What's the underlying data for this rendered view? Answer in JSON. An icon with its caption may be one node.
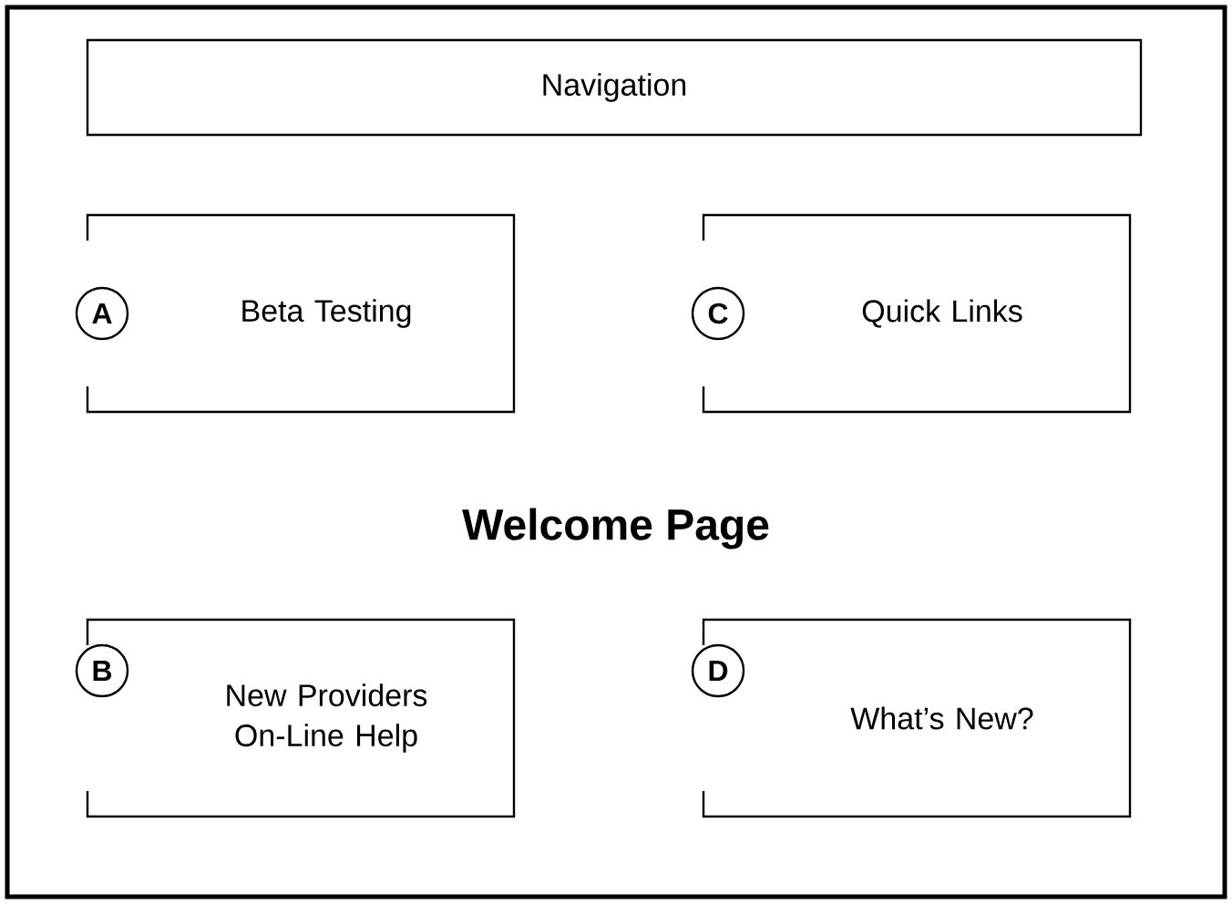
{
  "diagram": {
    "nodes": [
      {
        "text": [
          "Welcome Page"
        ]
      },
      {
        "text": [
          "Navigation"
        ],
        "in": 0
      },
      {
        "text": [
          "A"
        ],
        "in": 0
      },
      {
        "text": [
          "Beta Testing"
        ],
        "in": 0
      },
      {
        "text": [
          "C"
        ],
        "in": 0
      },
      {
        "text": [
          "Quick Links"
        ],
        "in": 0
      },
      {
        "text": [
          "B"
        ],
        "in": 0
      },
      {
        "text": [
          "New Providers On-Line Help"
        ],
        "in": 0
      },
      {
        "text": [
          "D"
        ],
        "in": 0
      },
      {
        "text": [
          "What’s New?"
        ],
        "in": 0
      }
    ]
  }
}
